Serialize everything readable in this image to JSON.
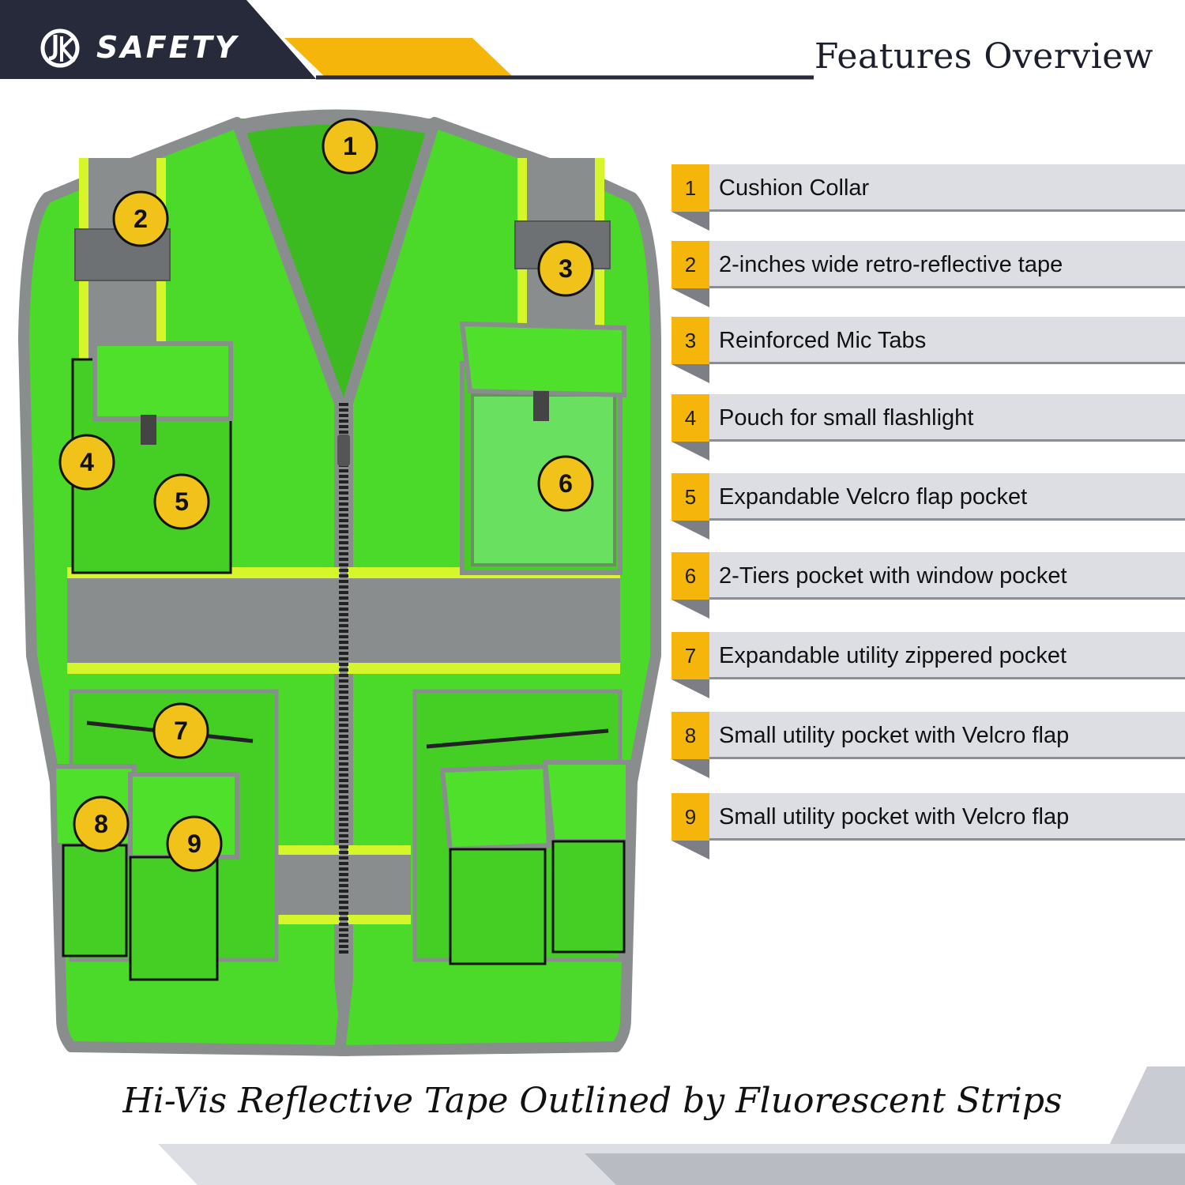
{
  "brand": {
    "name": "SAFETY",
    "logo_letters": "JK"
  },
  "title": "Features Overview",
  "colors": {
    "navy": "#262a3a",
    "accent": "#f5b50a",
    "vest_green": "#4bd92a",
    "reflective_grey": "#8a8d8e",
    "fluorescent_yellow": "#d6f52a"
  },
  "features": [
    {
      "num": "1",
      "label": "Cushion Collar"
    },
    {
      "num": "2",
      "label": "2-inches wide retro-reflective tape"
    },
    {
      "num": "3",
      "label": "Reinforced Mic Tabs"
    },
    {
      "num": "4",
      "label": "Pouch for small flashlight"
    },
    {
      "num": "5",
      "label": "Expandable Velcro flap pocket"
    },
    {
      "num": "6",
      "label": "2-Tiers pocket with window pocket"
    },
    {
      "num": "7",
      "label": "Expandable utility zippered pocket"
    },
    {
      "num": "8",
      "label": "Small utility pocket with Velcro flap"
    },
    {
      "num": "9",
      "label": "Small utility pocket with Velcro flap"
    }
  ],
  "markers": [
    "1",
    "2",
    "3",
    "4",
    "5",
    "6",
    "7",
    "8",
    "9"
  ],
  "caption": "Hi-Vis Reflective Tape Outlined by Fluorescent Strips"
}
